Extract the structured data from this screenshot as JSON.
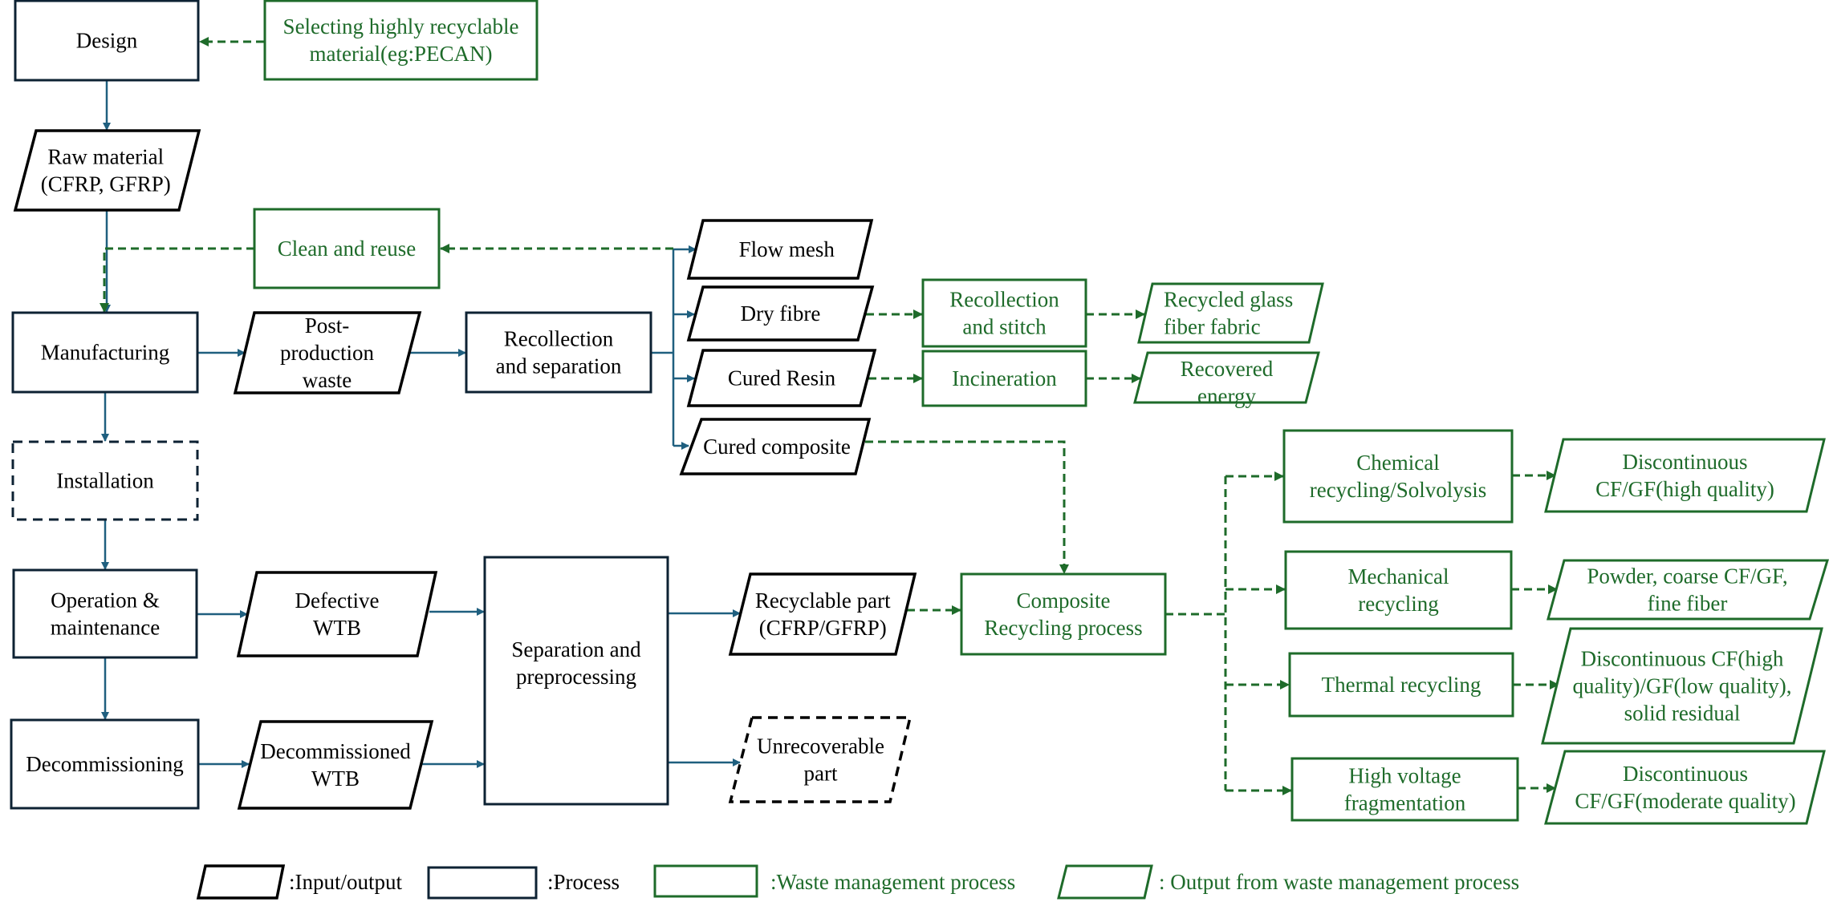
{
  "colors": {
    "process_border": "#0d2233",
    "io_border": "#000000",
    "waste": "#1e6b2a",
    "flow_arrow": "#1f5f7f"
  },
  "lifecycle": {
    "design": [
      "Design"
    ],
    "raw_material": [
      "Raw material",
      "(CFRP, GFRP)"
    ],
    "manufacturing": [
      "Manufacturing"
    ],
    "installation": [
      "Installation"
    ],
    "operation": [
      "Operation &",
      "maintenance"
    ],
    "decommissioning": [
      "Decommissioning"
    ]
  },
  "inputs_outputs": {
    "post_production_waste": [
      "Post-",
      "production",
      "waste"
    ],
    "flow_mesh": [
      "Flow mesh"
    ],
    "dry_fibre": [
      "Dry fibre"
    ],
    "cured_resin": [
      "Cured Resin"
    ],
    "cured_composite": [
      "Cured composite"
    ],
    "defective_wtb": [
      "Defective",
      "WTB"
    ],
    "decommissioned_wtb": [
      "Decommissioned",
      "WTB"
    ],
    "recyclable_part": [
      "Recyclable part",
      "(CFRP/GFRP)"
    ],
    "unrecoverable_part": [
      "Unrecoverable",
      "part"
    ]
  },
  "processes": {
    "recollection_separation": [
      "Recollection",
      "and separation"
    ],
    "separation_preprocessing": [
      "Separation and",
      "preprocessing"
    ]
  },
  "waste_management": {
    "selecting_material": [
      "Selecting highly recyclable",
      "material(eg:PECAN)"
    ],
    "clean_reuse": [
      "Clean and reuse"
    ],
    "recollection_stitch": [
      "Recollection",
      "and stitch"
    ],
    "incineration": [
      "Incineration"
    ],
    "composite_recycling": [
      "Composite",
      "Recycling process"
    ],
    "chemical": [
      "Chemical",
      "recycling/Solvolysis"
    ],
    "mechanical": [
      "Mechanical",
      "recycling"
    ],
    "thermal": [
      "Thermal recycling"
    ],
    "high_voltage": [
      "High voltage",
      "fragmentation"
    ]
  },
  "waste_outputs": {
    "recycled_glass": [
      "Recycled glass",
      "fiber fabric"
    ],
    "recovered_energy": [
      "Recovered",
      "energy"
    ],
    "chemical_out": [
      "Discontinuous",
      "CF/GF(high quality)"
    ],
    "mechanical_out": [
      "Powder, coarse CF/GF,",
      "fine fiber"
    ],
    "thermal_out": [
      "Discontinuous CF(high",
      "quality)/GF(low quality),",
      "solid residual"
    ],
    "high_voltage_out": [
      "Discontinuous",
      "CF/GF(moderate quality)"
    ]
  },
  "legend": {
    "io": ":Input/output",
    "process": ":Process",
    "waste_process": ":Waste management process",
    "waste_output": ": Output from waste management process"
  }
}
